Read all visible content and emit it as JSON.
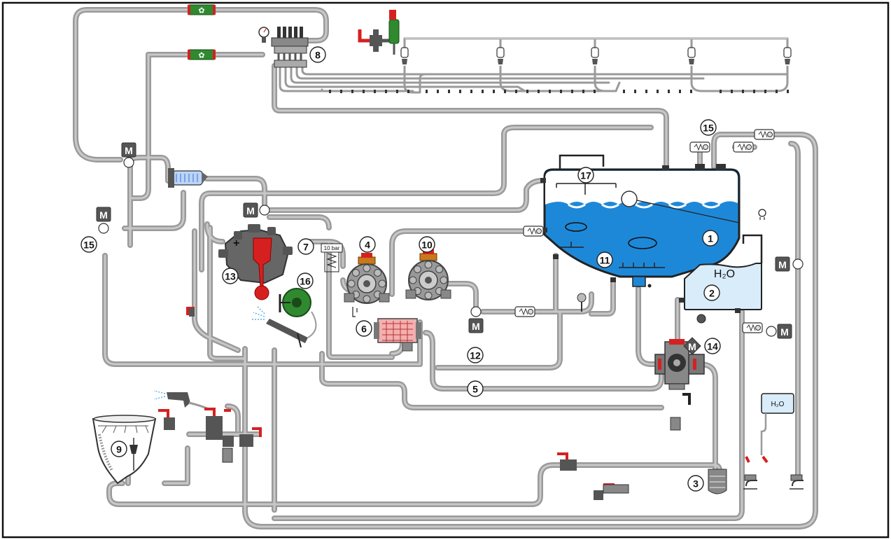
{
  "diagram": {
    "callouts": [
      "1",
      "2",
      "3",
      "4",
      "5",
      "6",
      "7",
      "8",
      "9",
      "10",
      "11",
      "12",
      "13",
      "14",
      "15",
      "15",
      "16",
      "17"
    ],
    "labels": {
      "water_tank": "H₂O",
      "small_water_tank": "H₂O",
      "pressure_valve": "10 bar",
      "motor": "M",
      "plus_sign": "+"
    },
    "colors": {
      "pipe": "#9a9a9a",
      "tank_water": "#1e88d8",
      "tank_water_light": "#d8ecfa",
      "valve_handle": "#d62020",
      "filter_green": "#2f8a2f",
      "motor_dark": "#555555",
      "filter_blue": "#3a6fd8"
    },
    "icons": [
      "fan-icon",
      "gauge-icon",
      "motor-icon",
      "check-valve-icon",
      "spray-gun-icon",
      "faucet-icon",
      "float-switch-icon",
      "nozzle-icon"
    ]
  }
}
